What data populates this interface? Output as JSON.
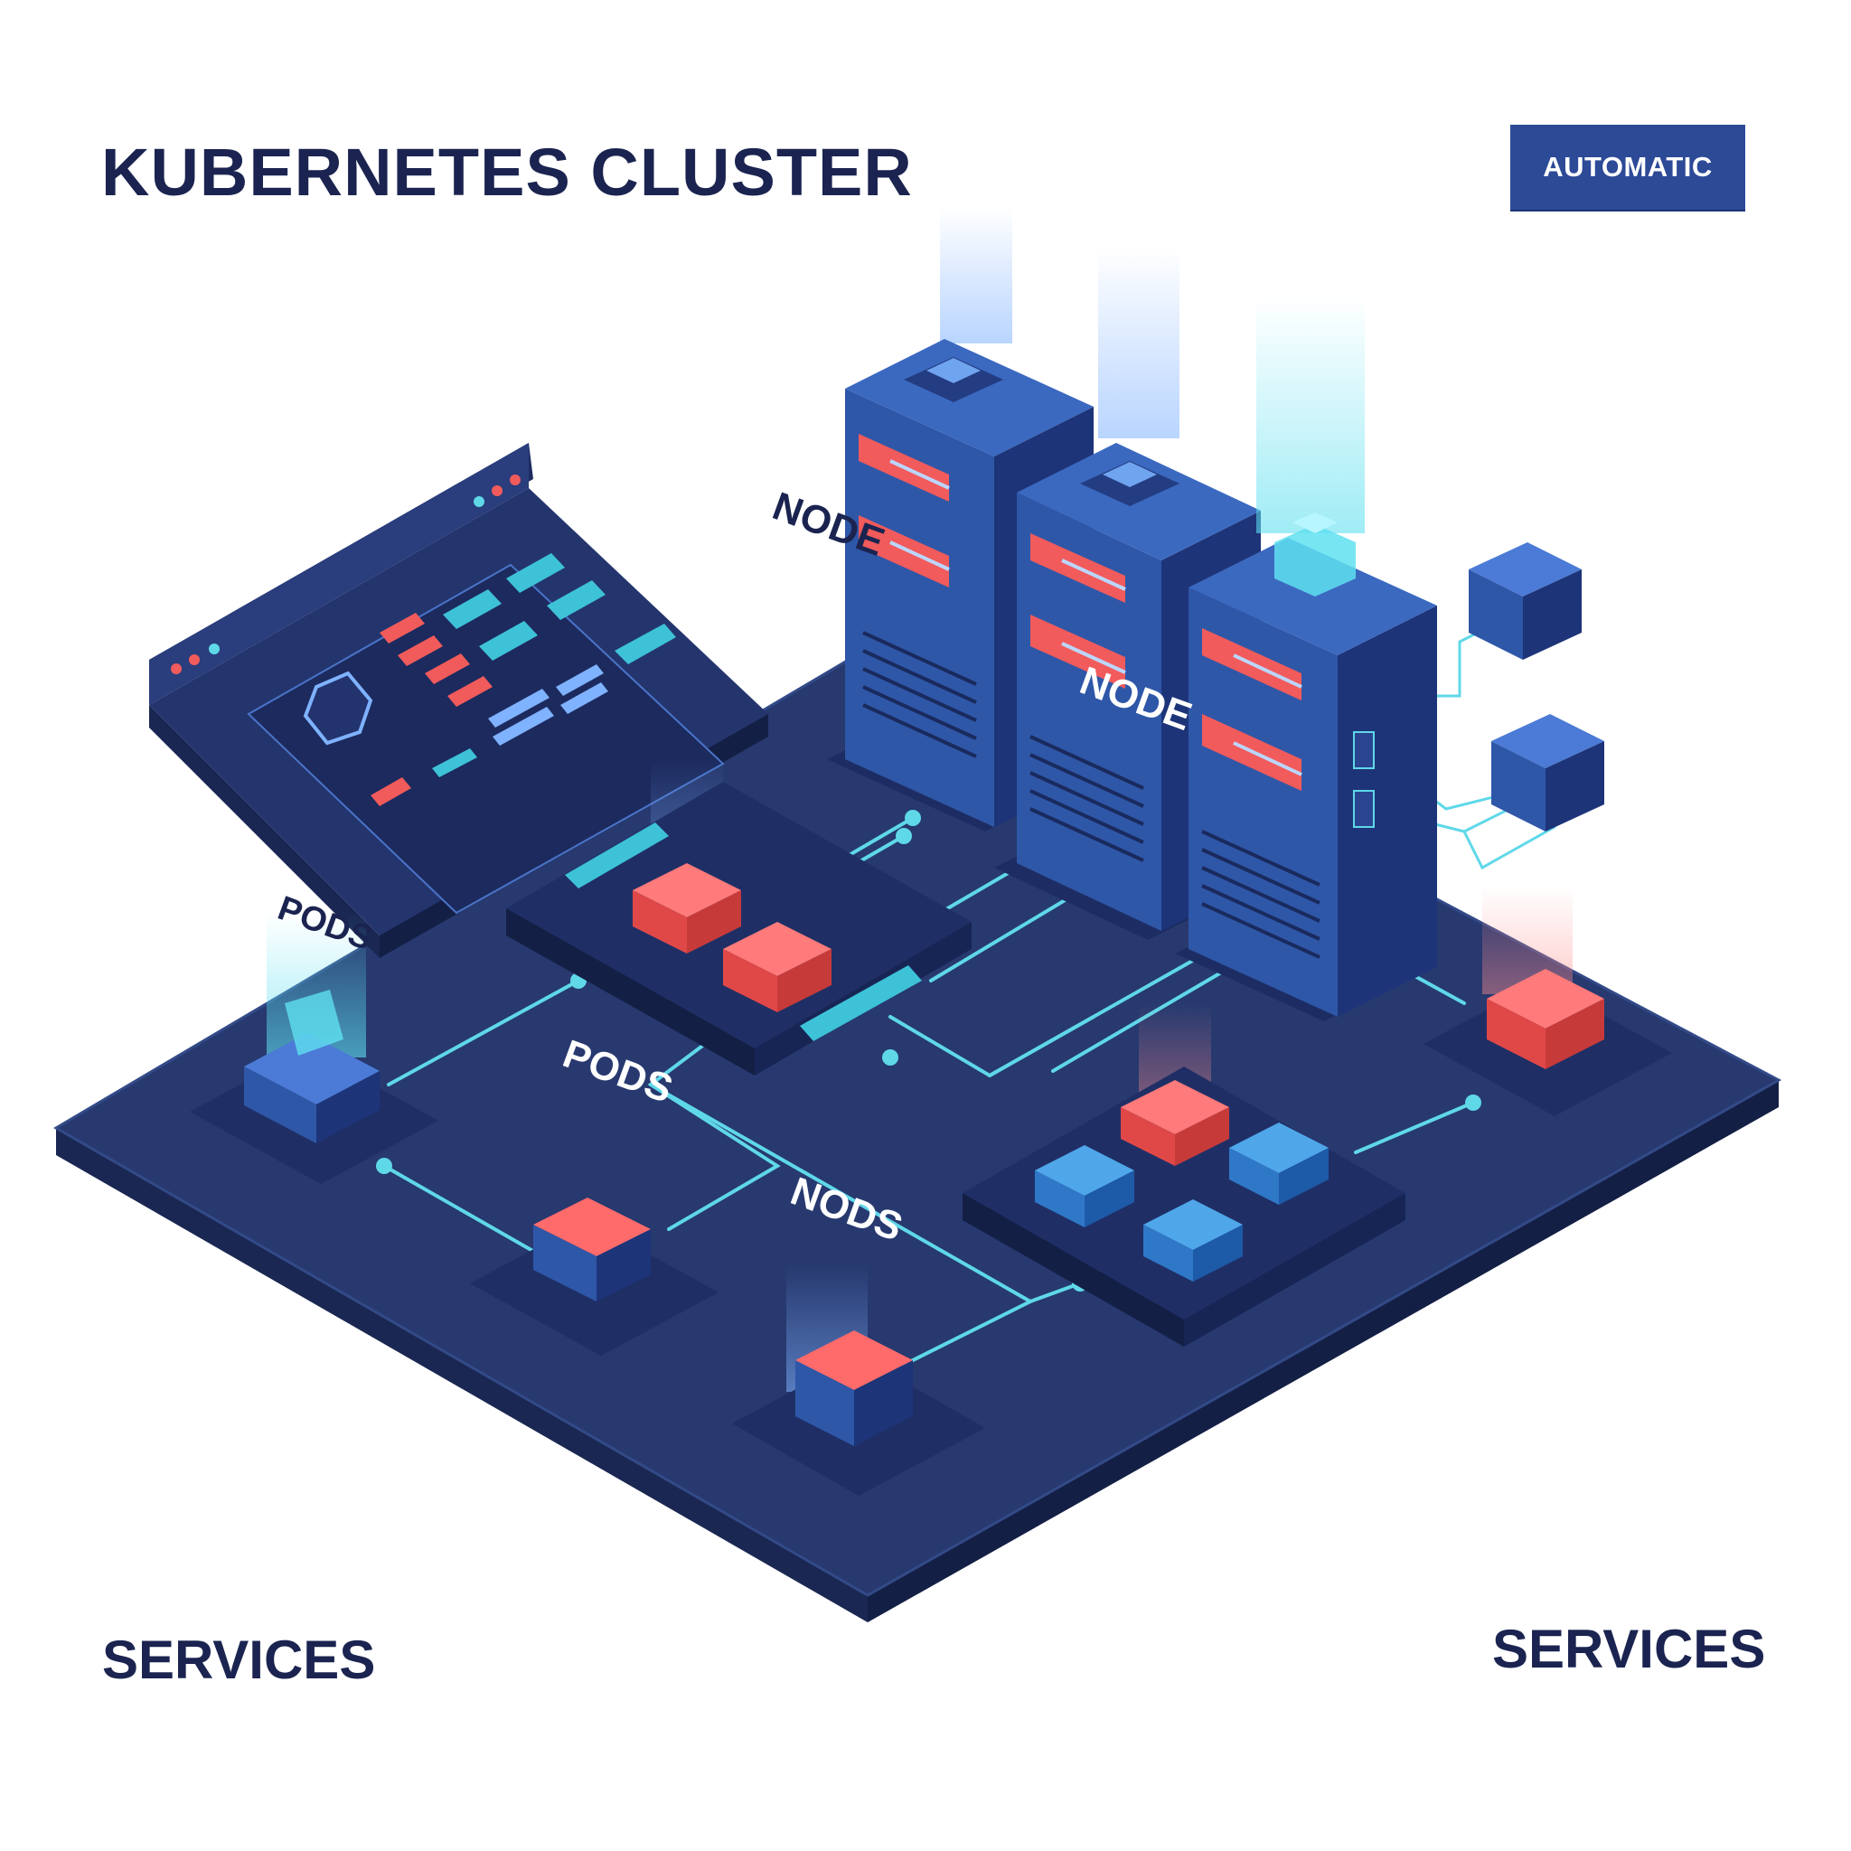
{
  "header": {
    "title": "KUBERNETES CLUSTER",
    "badge": "AUTOMATIC"
  },
  "labels": {
    "node_1": "NODE",
    "node_2": "NODE",
    "pods_1": "PODS",
    "pods_2": "PODS",
    "nods": "NODS"
  },
  "footer": {
    "services_left": "SERVICES",
    "services_right": "SERVICES"
  },
  "colors": {
    "platform_top": "#27396f",
    "platform_side": "#1a2752",
    "server_front": "#2f57a8",
    "server_side": "#1d3478",
    "alert_red": "#f15b5b",
    "connector_cyan": "#5fd8e8",
    "text_dark": "#1b2450",
    "badge_blue": "#2d4a97"
  },
  "icons": [
    "server-rack-icon",
    "dashboard-monitor-icon",
    "container-cube-icon",
    "storage-block-icon",
    "hexagon-logo-icon"
  ]
}
